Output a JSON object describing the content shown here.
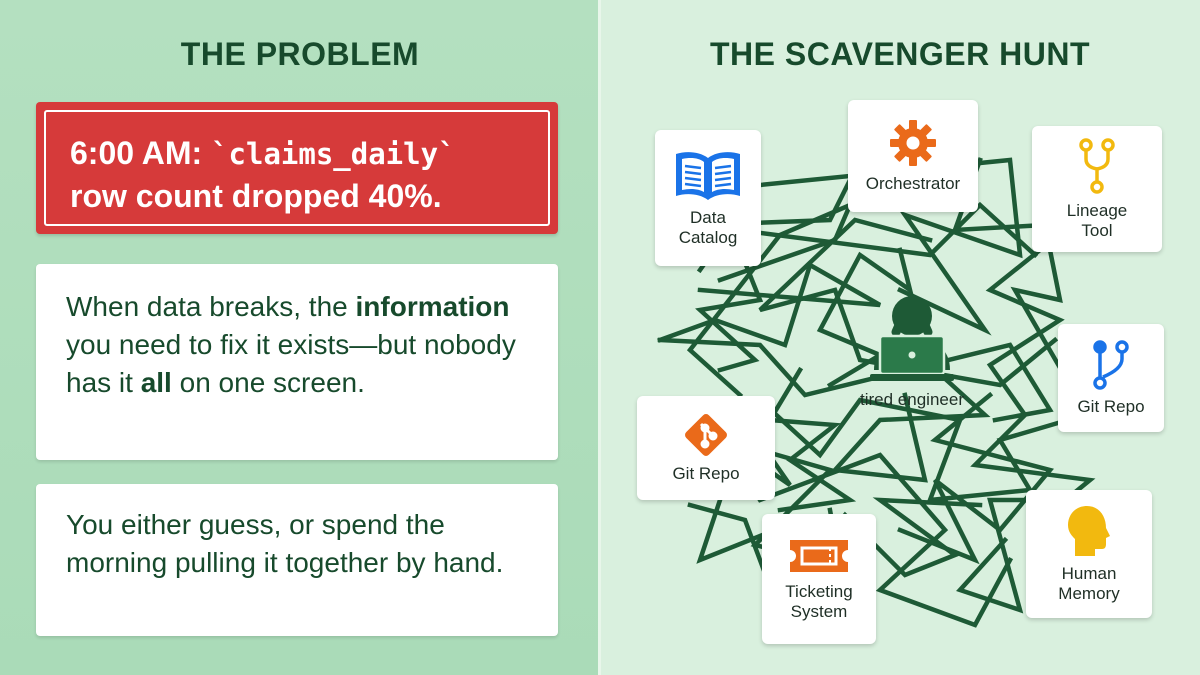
{
  "left": {
    "heading": "THE PROBLEM",
    "alert": {
      "time": "6:00 AM:",
      "table": "`claims_daily`",
      "message": "row count dropped 40%."
    },
    "card1": {
      "part1": "When data breaks, the ",
      "bold1": "information",
      "part2": " you need to fix it exists—but nobody has it ",
      "bold2": "all",
      "part3": " on one screen."
    },
    "card2": {
      "text": "You either guess, or spend the morning pulling it together by hand."
    }
  },
  "right": {
    "heading": "THE SCAVENGER HUNT",
    "center": {
      "label": "tired engineer",
      "icon": "engineer-with-laptop-icon"
    },
    "tools": [
      {
        "label": "Data\nCatalog",
        "icon": "book-icon",
        "color": "#1a73e8"
      },
      {
        "label": "Orchestrator",
        "icon": "gear-icon",
        "color": "#ea6a1a"
      },
      {
        "label": "Lineage\nTool",
        "icon": "lineage-icon",
        "color": "#f2b90f"
      },
      {
        "label": "Git Repo",
        "icon": "git-branch-icon",
        "color": "#1a73e8"
      },
      {
        "label": "Git Repo",
        "icon": "git-logo-icon",
        "color": "#ea6a1a"
      },
      {
        "label": "Ticketing\nSystem",
        "icon": "ticket-icon",
        "color": "#ea6a1a"
      },
      {
        "label": "Human\nMemory",
        "icon": "head-icon",
        "color": "#f2b90f"
      }
    ]
  },
  "colors": {
    "dark_green": "#174a2c",
    "alert_red": "#d63a3a",
    "left_bg": "#b4e0c0",
    "right_bg": "#d9f0de",
    "tangle": "#1e5a36"
  }
}
